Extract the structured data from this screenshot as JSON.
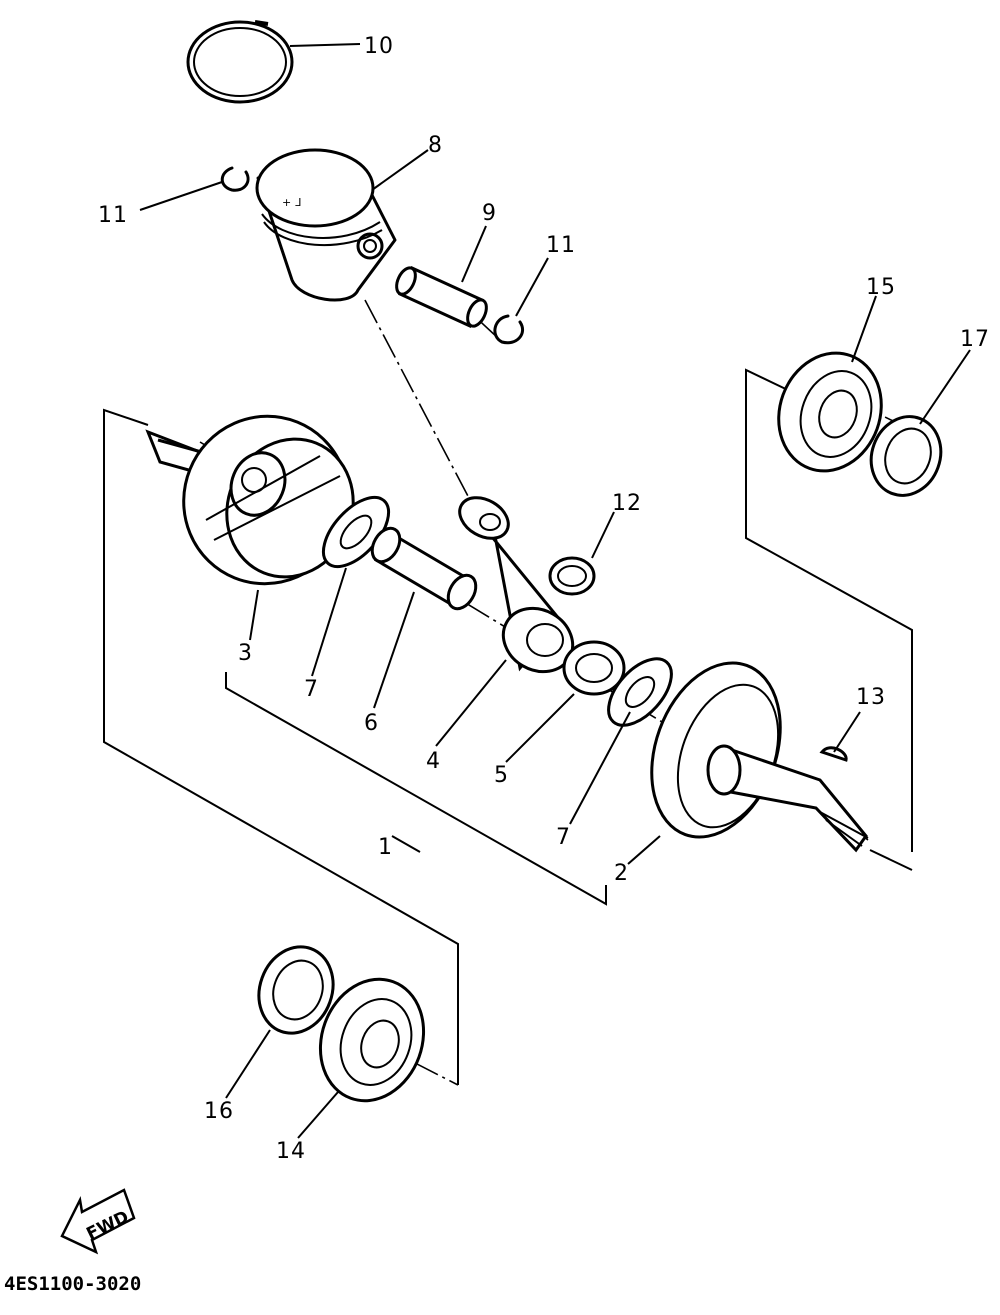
{
  "diagram": {
    "part_code": "4ES1100-3020",
    "fwd_label": "FWD",
    "callouts": [
      {
        "id": "c1",
        "label": "1"
      },
      {
        "id": "c2",
        "label": "2"
      },
      {
        "id": "c3",
        "label": "3"
      },
      {
        "id": "c4",
        "label": "4"
      },
      {
        "id": "c5",
        "label": "5"
      },
      {
        "id": "c6",
        "label": "6"
      },
      {
        "id": "c7a",
        "label": "7"
      },
      {
        "id": "c7b",
        "label": "7"
      },
      {
        "id": "c8",
        "label": "8"
      },
      {
        "id": "c9",
        "label": "9"
      },
      {
        "id": "c10",
        "label": "10"
      },
      {
        "id": "c11a",
        "label": "11"
      },
      {
        "id": "c11b",
        "label": "11"
      },
      {
        "id": "c12",
        "label": "12"
      },
      {
        "id": "c13",
        "label": "13"
      },
      {
        "id": "c14",
        "label": "14"
      },
      {
        "id": "c15",
        "label": "15"
      },
      {
        "id": "c16",
        "label": "16"
      },
      {
        "id": "c17",
        "label": "17"
      }
    ]
  }
}
